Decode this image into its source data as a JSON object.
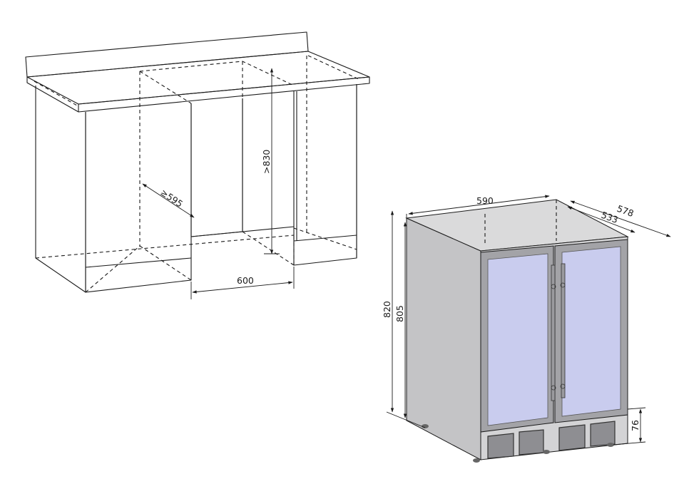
{
  "cabinet": {
    "dim_height": ">830",
    "dim_depth": "≥595",
    "dim_width": "600"
  },
  "cooler": {
    "dim_width": "590",
    "dim_depth_outer": "578",
    "dim_depth_inner": "533",
    "dim_height_total": "820",
    "dim_height_body": "805",
    "dim_base": "76"
  },
  "colors": {
    "body": "#d9d9da",
    "body_dark": "#bdbdbf",
    "glass": "#c9ccee",
    "frame": "#9c9ca0",
    "line": "#1a1a1a"
  }
}
